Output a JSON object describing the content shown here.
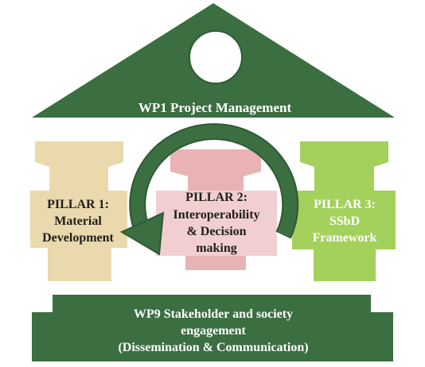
{
  "roof": {
    "label": "WP1 Project Management"
  },
  "pillars": [
    {
      "line1": "PILLAR 1:",
      "line2": "Material",
      "line3": "Development"
    },
    {
      "line1": "PILLAR 2:",
      "line2": "Interoperability",
      "line3": "& Decision",
      "line4": "making"
    },
    {
      "line1": "PILLAR 3:",
      "line2": "SSbD",
      "line3": "Framework"
    }
  ],
  "base": {
    "line1": "WP9 Stakeholder and society",
    "line2": "engagement",
    "line3": "(Dissemination & Communication)"
  },
  "colors": {
    "dark_green": "#3b6e41",
    "pillar1": "#ead9ac",
    "pillar2": "#e9b3b5",
    "pillar2_light": "#f1cfd0",
    "pillar3": "#a4d05c",
    "text_dark": "#1e1e1e",
    "text_light": "#ffffff"
  }
}
